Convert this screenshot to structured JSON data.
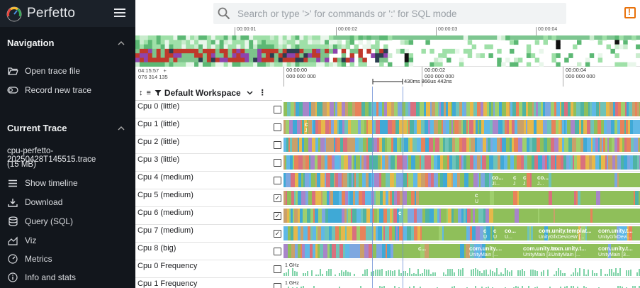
{
  "app": {
    "title": "Perfetto"
  },
  "search": {
    "placeholder": "Search or type '>' for commands or ':' for SQL mode"
  },
  "navigation": {
    "heading": "Navigation",
    "items": [
      {
        "label": "Open trace file",
        "icon": "folder-open-icon"
      },
      {
        "label": "Record new trace",
        "icon": "record-toggle-icon"
      }
    ]
  },
  "current_trace": {
    "heading": "Current Trace",
    "file_name": "cpu-perfetto-20250428T145515.trace",
    "file_size": "(15 MB)",
    "items": [
      {
        "label": "Show timeline",
        "icon": "timeline-icon"
      },
      {
        "label": "Download",
        "icon": "download-icon"
      },
      {
        "label": "Query (SQL)",
        "icon": "database-icon"
      },
      {
        "label": "Viz",
        "icon": "chart-icon"
      },
      {
        "label": "Metrics",
        "icon": "speedometer-icon"
      },
      {
        "label": "Info and stats",
        "icon": "info-icon"
      }
    ]
  },
  "overview": {
    "ticks": [
      "00:00:01",
      "00:00:02",
      "00:00:03",
      "00:00:04"
    ]
  },
  "axis": {
    "origin_time": "04:15:57",
    "origin_plus": "+",
    "origin_ns": "076 314 135",
    "ticks": [
      {
        "time": "00:00:00",
        "ns": "000 000 000"
      },
      {
        "time": "00:00:02",
        "ns": "000 000 000"
      },
      {
        "time": "00:00:04",
        "ns": "000 000 000"
      }
    ],
    "span_label": "430ms 866us 442ns"
  },
  "workspace": {
    "title": "Default Workspace"
  },
  "tracks": [
    {
      "label": "Cpu 0 (little)",
      "checked": false
    },
    {
      "label": "Cpu 1 (little)",
      "checked": false
    },
    {
      "label": "Cpu 2 (little)",
      "checked": false
    },
    {
      "label": "Cpu 3 (little)",
      "checked": false
    },
    {
      "label": "Cpu 4 (medium)",
      "checked": false
    },
    {
      "label": "Cpu 5 (medium)",
      "checked": true
    },
    {
      "label": "Cpu 6 (medium)",
      "checked": true
    },
    {
      "label": "Cpu 7 (medium)",
      "checked": true
    },
    {
      "label": "Cpu 8 (big)",
      "checked": false
    },
    {
      "label": "Cpu 0 Frequency",
      "checked": false,
      "freq": "1 GHz"
    },
    {
      "label": "Cpu 1 Frequency",
      "checked": false,
      "freq": "1 GHz"
    }
  ],
  "slice_labels": {
    "cpu1": [
      "c",
      "J"
    ],
    "cpu4": [
      "co...",
      "Jl...",
      "c",
      "J",
      "c",
      "J",
      "co...",
      "J..."
    ],
    "cpu5": [
      "c",
      "U"
    ],
    "cpu6": [
      "c"
    ],
    "cpu7": [
      {
        "t": "c",
        "s": "U"
      },
      {
        "t": "c",
        "s": "U"
      },
      {
        "t": "co...",
        "s": "U..."
      },
      {
        "t": "com.unity.templat...",
        "s": "UnityGfxDeviceW [..."
      },
      {
        "t": "com.unity.t...",
        "s": "UnityGfxDevi..."
      }
    ],
    "cpu8": [
      {
        "t": "c...",
        "s": ""
      },
      {
        "t": "com.unity....",
        "s": "UnityMain [..."
      },
      {
        "t": "com.unity.te...",
        "s": "UnityMain [3..."
      },
      {
        "t": "com.unity.t...",
        "s": "UnityMain [..."
      },
      {
        "t": "com.unity.t...",
        "s": "UnityMain [3..."
      }
    ]
  },
  "colors": {
    "sidebar_bg": "#12161c",
    "accent_orange": "#e8710a",
    "slice_green": "#8fbf5a",
    "cursor_blue": "#6d8fd6"
  }
}
